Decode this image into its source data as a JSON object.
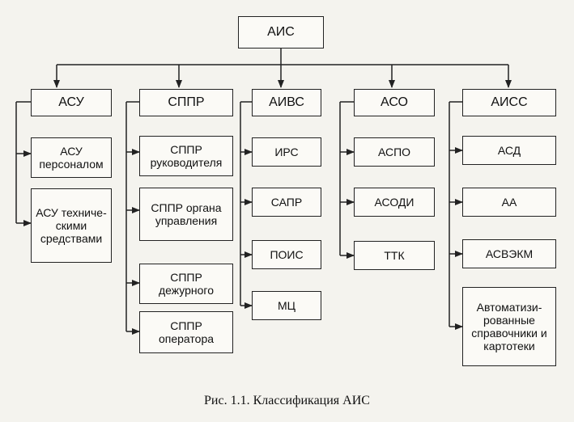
{
  "root": "АИС",
  "groups": {
    "asu": {
      "label": "АСУ",
      "items": [
        "АСУ персоналом",
        "АСУ техниче-скими средствами"
      ]
    },
    "sppr": {
      "label": "СППР",
      "items": [
        "СППР руководителя",
        "СППР органа управления",
        "СППР дежурного",
        "СППР оператора"
      ]
    },
    "aivs": {
      "label": "АИВС",
      "items": [
        "ИРС",
        "САПР",
        "ПОИС",
        "МЦ"
      ]
    },
    "aso": {
      "label": "АСО",
      "items": [
        "АСПО",
        "АСОДИ",
        "ТТК"
      ]
    },
    "aiss": {
      "label": "АИСС",
      "items": [
        "АСД",
        "АА",
        "АСВЭКМ",
        "Автоматизи-рованные справочники и картотеки"
      ]
    }
  },
  "caption": "Рис. 1.1. Классификация АИС"
}
